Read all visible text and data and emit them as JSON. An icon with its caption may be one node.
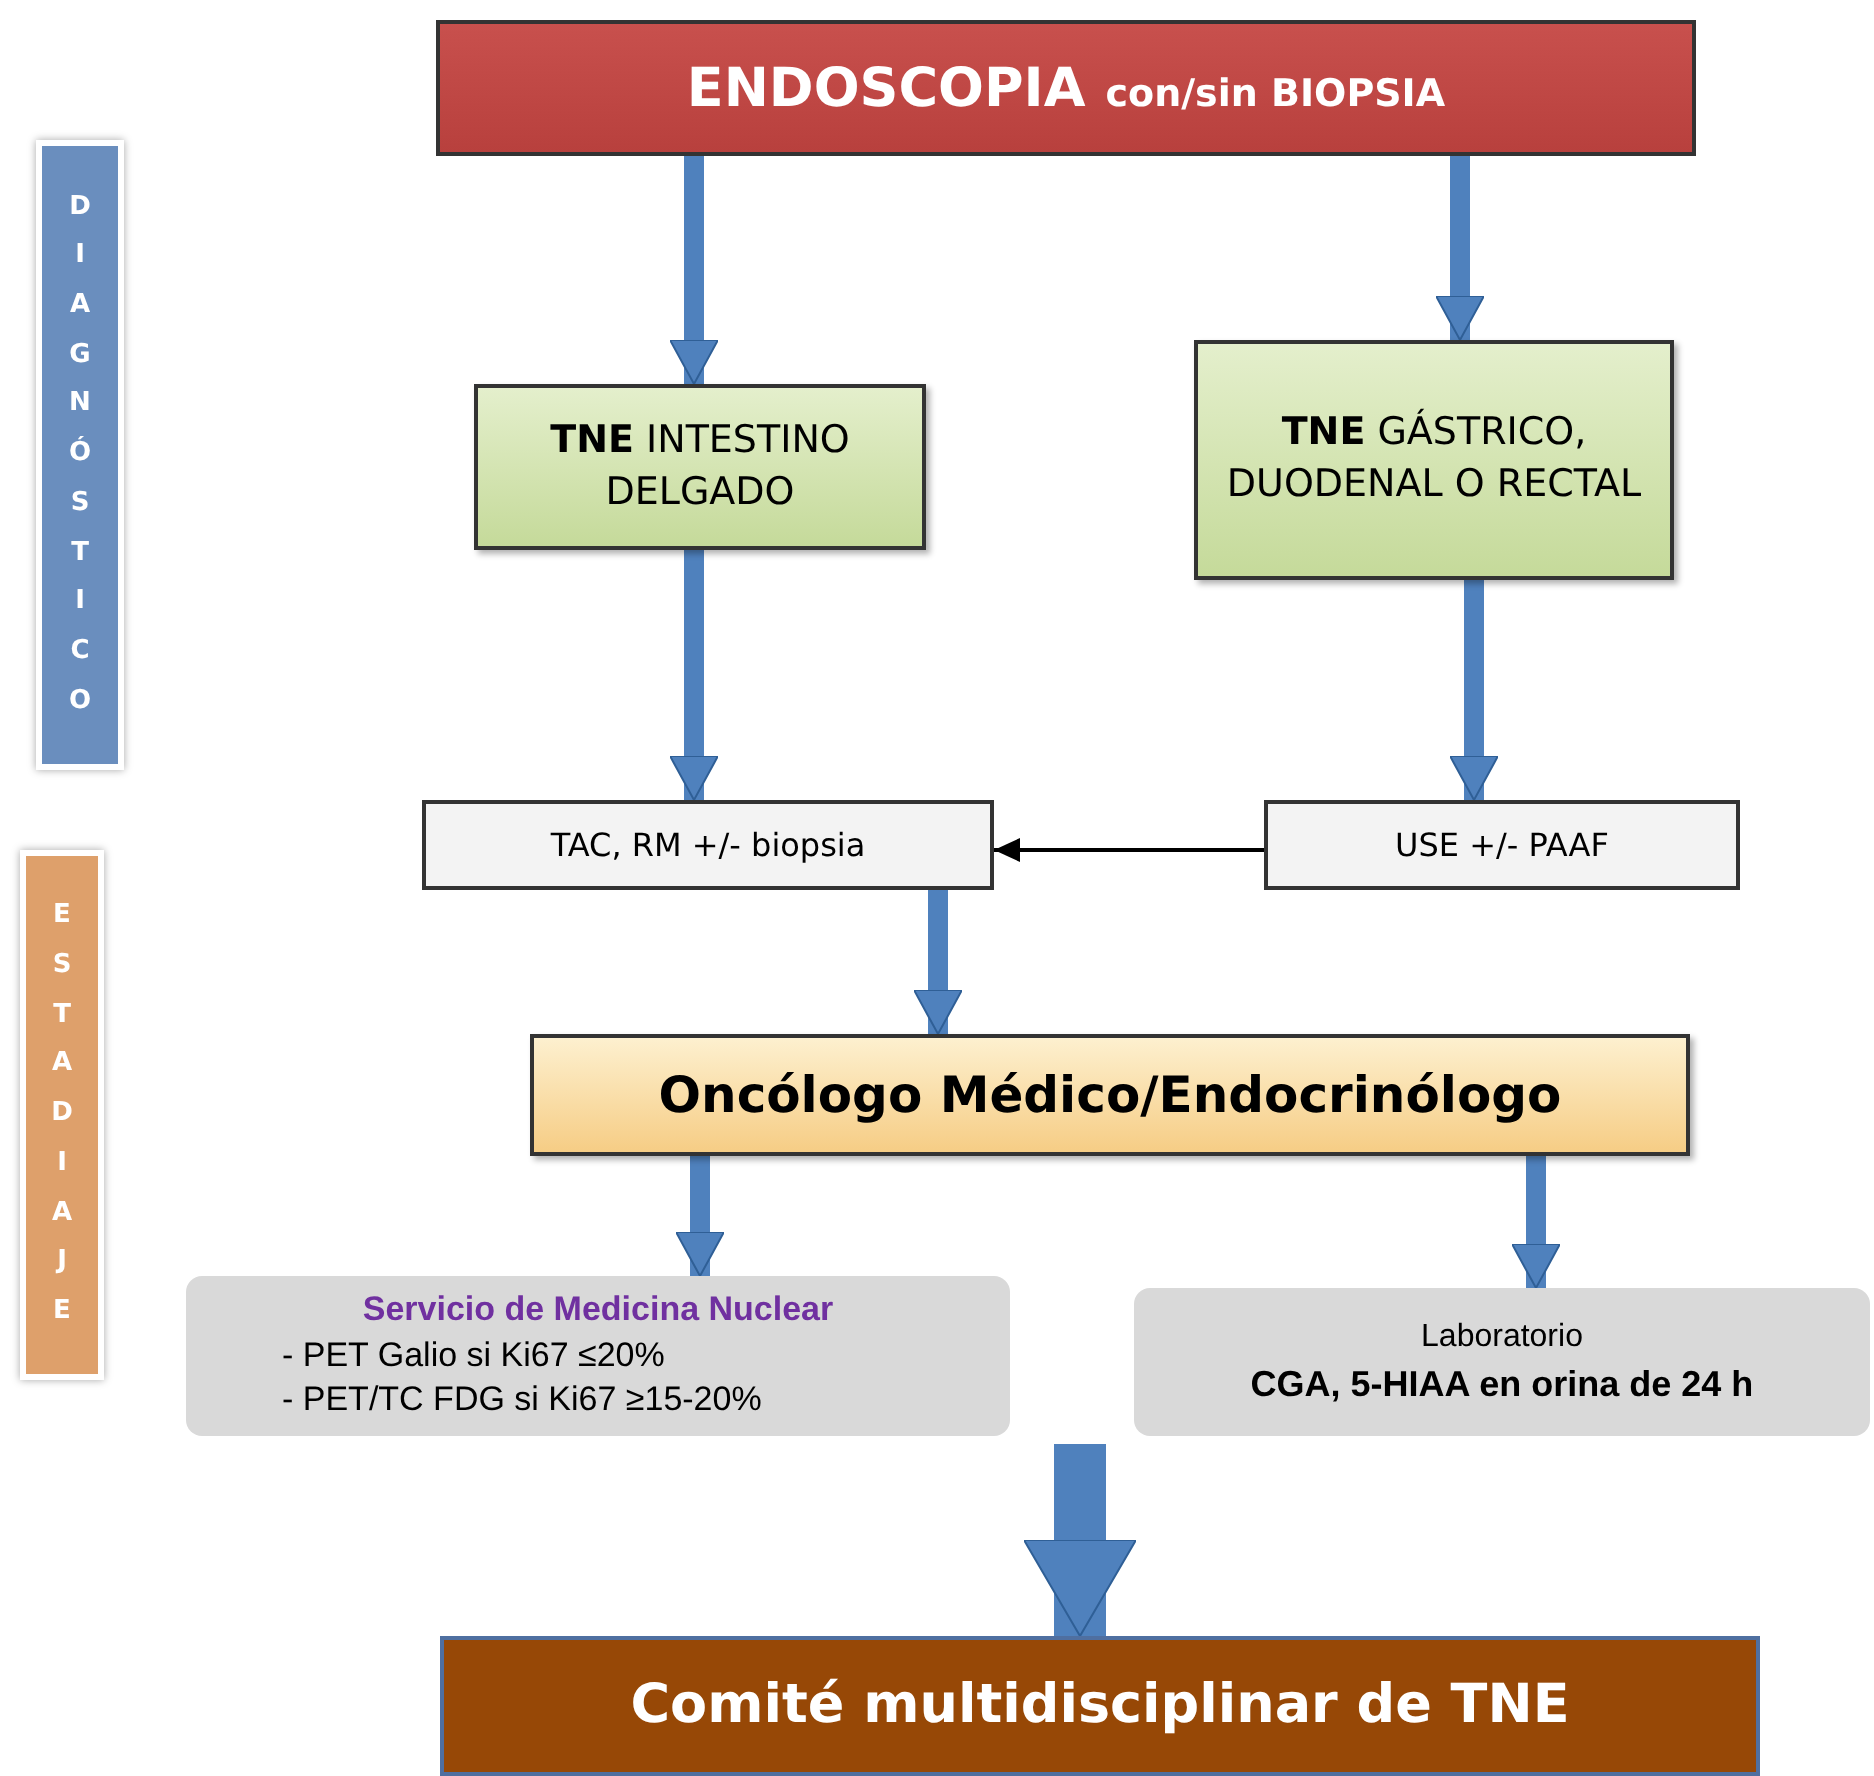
{
  "diagram": {
    "nodes": [
      {
        "text": [
          "ENDOSCOPIA",
          "con/sin BIOPSIA"
        ]
      },
      {
        "text": [
          "**TNE** INTESTINO DELGADO"
        ]
      },
      {
        "text": [
          "**TNE** GÁSTRICO, DUODENAL O RECTAL"
        ]
      },
      {
        "text": [
          "TAC, RM +/- biopsia"
        ]
      },
      {
        "text": [
          "USE +/- PAAF"
        ]
      },
      {
        "text": [
          "Oncólogo Médico/Endocrinólogo"
        ]
      },
      {
        "text": [
          "Servicio de Medicina Nuclear",
          "- PET Galio si Ki67 ≤20%",
          "- PET/TC FDG si Ki67 ≥15-20%"
        ]
      },
      {
        "text": [
          "Laboratorio",
          "CGA, 5-HIAA en orina de 24 h"
        ]
      },
      {
        "text": [
          "Comité multidisciplinar de TNE"
        ]
      },
      {
        "text": [
          "DIAGNÓSTICO"
        ]
      },
      {
        "text": [
          "ESTADIAJE"
        ]
      }
    ],
    "edges": [
      {
        "from": 0,
        "to": 1,
        "arrow": "to"
      },
      {
        "from": 0,
        "to": 2,
        "arrow": "to"
      },
      {
        "from": 1,
        "to": 3,
        "arrow": "to"
      },
      {
        "from": 2,
        "to": 4,
        "arrow": "to"
      },
      {
        "from": 4,
        "to": 3,
        "arrow": "to",
        "color": "#000000"
      },
      {
        "from": 3,
        "to": 5,
        "arrow": "to"
      },
      {
        "from": 5,
        "to": 6,
        "arrow": "to"
      },
      {
        "from": 5,
        "to": 7,
        "arrow": "to"
      },
      {
        "from": null,
        "to": 8,
        "arrow": "to",
        "style": "thick"
      }
    ]
  }
}
